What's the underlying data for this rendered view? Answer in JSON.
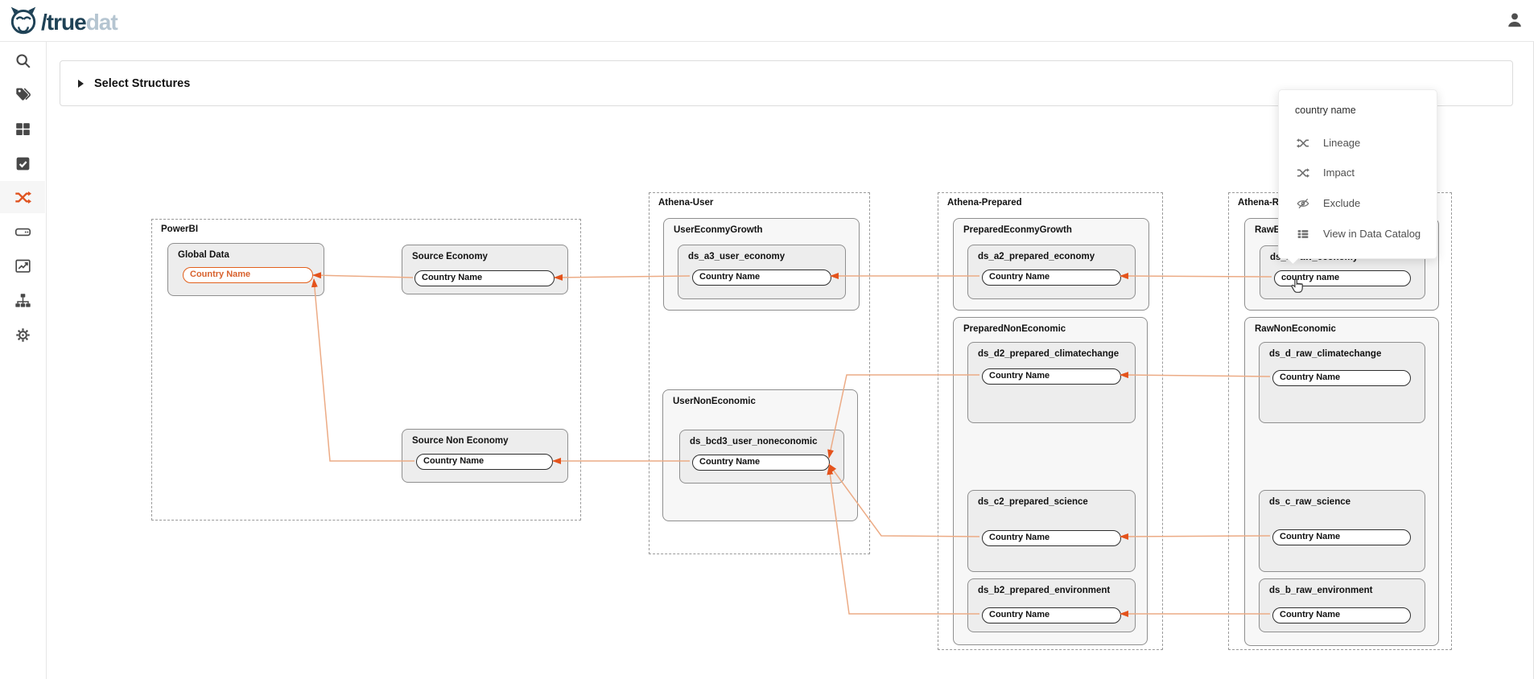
{
  "header": {
    "brand": {
      "name": "truedat",
      "dark_text": "/true",
      "light_text": "dat",
      "logo_icon": "owl-icon"
    },
    "user_icon": "user-icon"
  },
  "sidebar": {
    "items": [
      {
        "icon": "search-icon",
        "active": false
      },
      {
        "icon": "tags-icon",
        "active": false
      },
      {
        "icon": "grid-icon",
        "active": false
      },
      {
        "icon": "check-square-icon",
        "active": false
      },
      {
        "icon": "shuffle-lineage-icon",
        "active": true
      },
      {
        "icon": "hard-drive-icon",
        "active": false
      },
      {
        "icon": "chart-line-icon",
        "active": false
      },
      {
        "icon": "sitemap-icon",
        "active": false
      },
      {
        "icon": "gear-icon",
        "active": false
      }
    ]
  },
  "toolbar": {
    "select_structures_label": "Select Structures"
  },
  "context_menu": {
    "title": "country name",
    "items": [
      {
        "icon": "lineage-icon",
        "label": "Lineage"
      },
      {
        "icon": "impact-icon",
        "label": "Impact"
      },
      {
        "icon": "exclude-eye-slash-icon",
        "label": "Exclude"
      },
      {
        "icon": "data-catalog-list-icon",
        "label": "View in Data Catalog"
      }
    ]
  },
  "diagram": {
    "groups": [
      {
        "label": "PowerBI",
        "nodes": [
          {
            "label": "Global Data",
            "field": "Country Name",
            "selected": true
          },
          {
            "label": "Source Economy",
            "field": "Country Name",
            "selected": false
          },
          {
            "label": "Source Non Economy",
            "field": "Country Name",
            "selected": false
          }
        ]
      },
      {
        "label": "Athena-User",
        "subgroups": [
          {
            "label": "UserEconmyGrowth",
            "nodes": [
              {
                "label": "ds_a3_user_economy",
                "field": "Country Name"
              }
            ]
          },
          {
            "label": "UserNonEconomic",
            "nodes": [
              {
                "label": "ds_bcd3_user_noneconomic",
                "field": "Country Name"
              }
            ]
          }
        ]
      },
      {
        "label": "Athena-Prepared",
        "subgroups": [
          {
            "label": "PreparedEconmyGrowth",
            "nodes": [
              {
                "label": "ds_a2_prepared_economy",
                "field": "Country Name"
              }
            ]
          },
          {
            "label": "PreparedNonEconomic",
            "nodes": [
              {
                "label": "ds_d2_prepared_climatechange",
                "field": "Country Name"
              },
              {
                "label": "ds_c2_prepared_science",
                "field": "Country Name"
              },
              {
                "label": "ds_b2_prepared_environment",
                "field": "Country Name"
              }
            ]
          }
        ]
      },
      {
        "label": "Athena-Raw",
        "subgroups": [
          {
            "label": "RawEconomic",
            "nodes": [
              {
                "label": "ds_a_raw_economy",
                "field": "country name",
                "hovered": true
              }
            ]
          },
          {
            "label": "RawNonEconomic",
            "nodes": [
              {
                "label": "ds_d_raw_climatechange",
                "field": "Country Name"
              },
              {
                "label": "ds_c_raw_science",
                "field": "Country Name"
              },
              {
                "label": "ds_b_raw_environment",
                "field": "Country Name"
              }
            ]
          }
        ]
      }
    ]
  },
  "colors": {
    "accent_orange": "#e4531c",
    "edge_line": "#ecab85",
    "selected_field": "#e2601c",
    "brand_navy": "#1f4256",
    "brand_light": "#b5c5d1"
  }
}
